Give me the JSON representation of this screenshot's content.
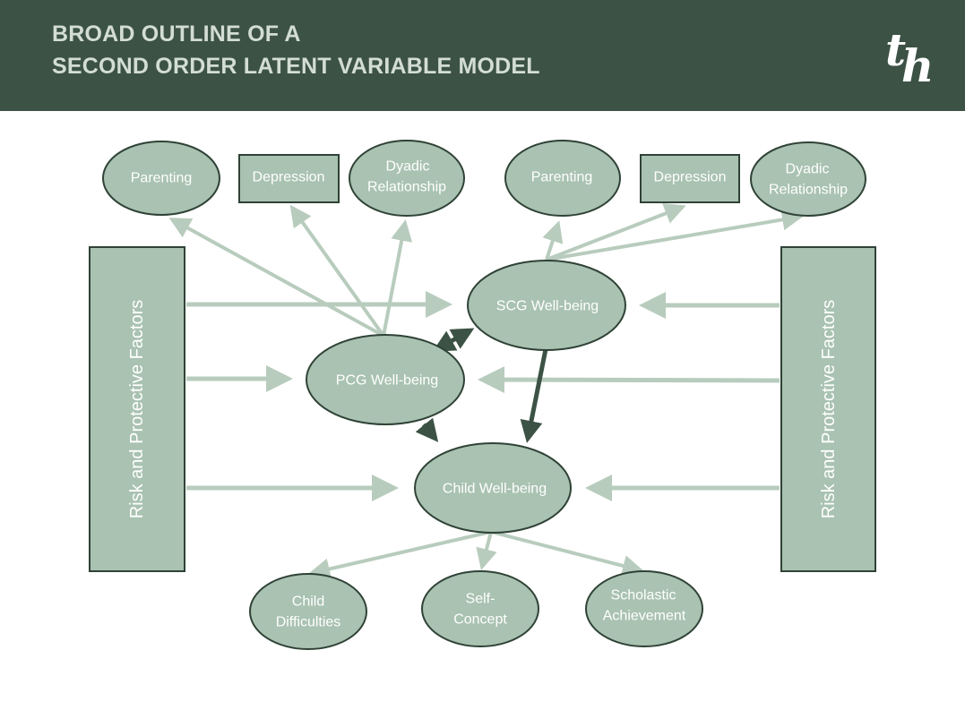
{
  "header": {
    "title_line_1": "BROAD OUTLINE OF A",
    "title_line_2": "SECOND ORDER LATENT VARIABLE MODEL",
    "logo_text": "th"
  },
  "colors": {
    "header_bg": "#3c5245",
    "title_text": "#d3ddd5",
    "node_fill": "#a9c2b1",
    "node_stroke": "#2f4236",
    "light_arrow": "#b8ccbd",
    "dark_arrow": "#3c5245"
  },
  "side_panels": {
    "left_label": "Risk and Protective Factors",
    "right_label": "Risk and Protective Factors"
  },
  "pcg_indicators": {
    "parenting": "Parenting",
    "depression": "Depression",
    "dyadic_line1": "Dyadic",
    "dyadic_line2": "Relationship"
  },
  "scg_indicators": {
    "parenting": "Parenting",
    "depression": "Depression",
    "dyadic_line1": "Dyadic",
    "dyadic_line2": "Relationship"
  },
  "latent": {
    "scg": "SCG Well-being",
    "pcg": "PCG Well-being",
    "child": "Child Well-being"
  },
  "child_outcomes": {
    "difficulties_line1": "Child",
    "difficulties_line2": "Difficulties",
    "self_concept_line1": "Self-",
    "self_concept_line2": "Concept",
    "scholastic_line1": "Scholastic",
    "scholastic_line2": "Achievement"
  }
}
